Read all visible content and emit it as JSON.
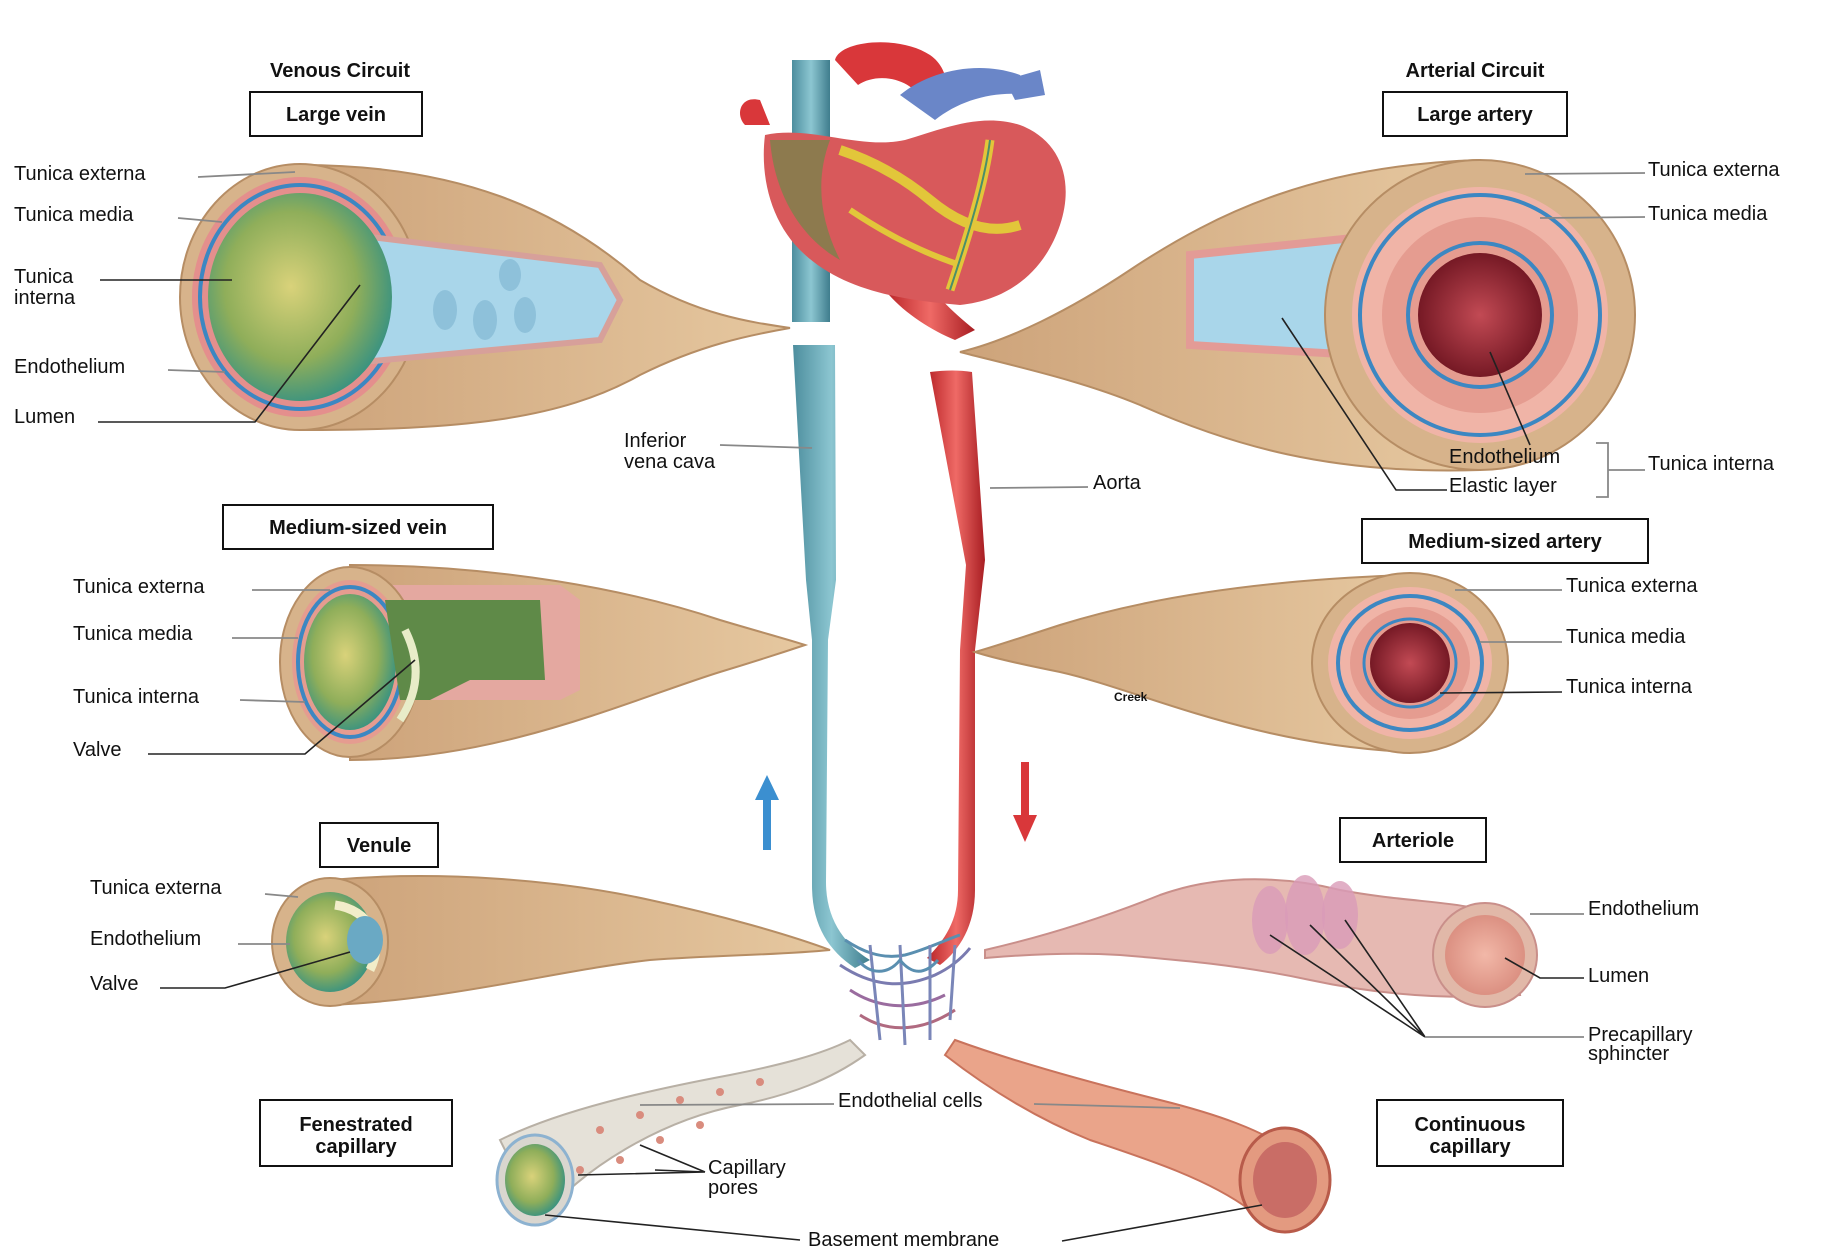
{
  "headers": {
    "venous": "Venous Circuit",
    "arterial": "Arterial Circuit"
  },
  "boxes": {
    "large_vein": "Large vein",
    "large_artery": "Large artery",
    "medium_vein": "Medium-sized vein",
    "medium_artery": "Medium-sized artery",
    "venule": "Venule",
    "arteriole": "Arteriole",
    "fenestrated_1": "Fenestrated",
    "fenestrated_2": "capillary",
    "continuous_1": "Continuous",
    "continuous_2": "capillary"
  },
  "large_vein_labels": {
    "externa": "Tunica externa",
    "media": "Tunica media",
    "interna_1": "Tunica",
    "interna_2": "interna",
    "endothelium": "Endothelium",
    "lumen": "Lumen"
  },
  "large_artery_labels": {
    "externa": "Tunica externa",
    "media": "Tunica media",
    "endothelium": "Endothelium",
    "elastic": "Elastic layer",
    "interna": "Tunica interna"
  },
  "center_labels": {
    "ivc_1": "Inferior",
    "ivc_2": "vena cava",
    "aorta": "Aorta"
  },
  "medium_vein_labels": {
    "externa": "Tunica externa",
    "media": "Tunica media",
    "interna": "Tunica interna",
    "valve": "Valve"
  },
  "medium_artery_labels": {
    "externa": "Tunica externa",
    "media": "Tunica media",
    "interna": "Tunica interna",
    "creek": "Creek"
  },
  "venule_labels": {
    "externa": "Tunica externa",
    "endothelium": "Endothelium",
    "valve": "Valve"
  },
  "arteriole_labels": {
    "endothelium": "Endothelium",
    "lumen": "Lumen",
    "sphincter_1": "Precapillary",
    "sphincter_2": "sphincter"
  },
  "capillary_labels": {
    "endothelial": "Endothelial cells",
    "pores_1": "Capillary",
    "pores_2": "pores",
    "basement": "Basement membrane"
  },
  "colors": {
    "vein": "#5fa3b3",
    "artery": "#d9373a",
    "tissue": "#d6b38a",
    "lumen_vein": "#a9d6ea"
  }
}
